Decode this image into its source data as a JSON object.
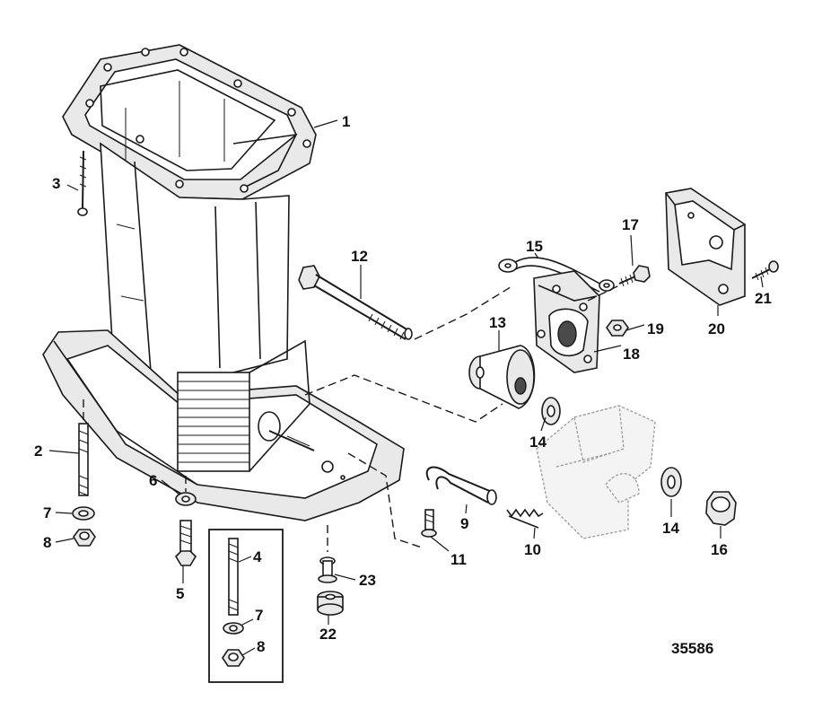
{
  "callouts": [
    {
      "id": "c1",
      "label": "1"
    },
    {
      "id": "c2",
      "label": "2"
    },
    {
      "id": "c3",
      "label": "3"
    },
    {
      "id": "c4",
      "label": "4"
    },
    {
      "id": "c5",
      "label": "5"
    },
    {
      "id": "c6",
      "label": "6"
    },
    {
      "id": "c7a",
      "label": "7"
    },
    {
      "id": "c7b",
      "label": "7"
    },
    {
      "id": "c8a",
      "label": "8"
    },
    {
      "id": "c8b",
      "label": "8"
    },
    {
      "id": "c9",
      "label": "9"
    },
    {
      "id": "c10",
      "label": "10"
    },
    {
      "id": "c11",
      "label": "11"
    },
    {
      "id": "c12",
      "label": "12"
    },
    {
      "id": "c13",
      "label": "13"
    },
    {
      "id": "c14a",
      "label": "14"
    },
    {
      "id": "c14b",
      "label": "14"
    },
    {
      "id": "c15",
      "label": "15"
    },
    {
      "id": "c16",
      "label": "16"
    },
    {
      "id": "c17",
      "label": "17"
    },
    {
      "id": "c18",
      "label": "18"
    },
    {
      "id": "c19",
      "label": "19"
    },
    {
      "id": "c20",
      "label": "20"
    },
    {
      "id": "c21",
      "label": "21"
    },
    {
      "id": "c22",
      "label": "22"
    },
    {
      "id": "c23",
      "label": "23"
    }
  ],
  "reference_number": "35586"
}
